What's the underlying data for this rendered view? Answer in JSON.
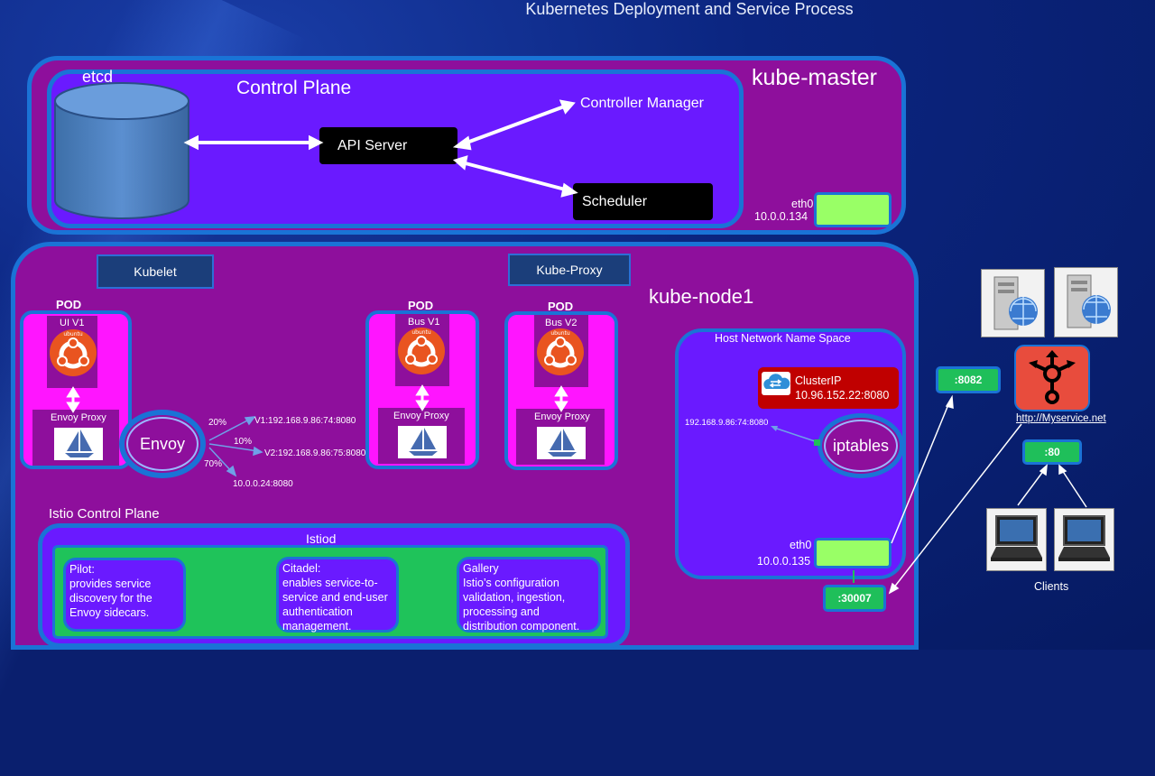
{
  "title": "Kubernetes Deployment and Service Process",
  "master": {
    "label": "kube-master",
    "control_plane": "Control Plane",
    "etcd": "etcd",
    "api_server": "API Server",
    "controller_manager": "Controller Manager",
    "scheduler": "Scheduler",
    "eth0": "eth0",
    "ip": "10.0.0.134"
  },
  "node": {
    "label": "kube-node1",
    "kubelet": "Kubelet",
    "kube_proxy": "Kube-Proxy",
    "pods": [
      {
        "title": "POD",
        "app": "UI V1",
        "proxy": "Envoy Proxy"
      },
      {
        "title": "POD",
        "app": "Bus V1",
        "proxy": "Envoy Proxy"
      },
      {
        "title": "POD",
        "app": "Bus V2",
        "proxy": "Envoy Proxy"
      }
    ],
    "ubuntu_label": "ubuntu",
    "envoy": "Envoy",
    "routes": [
      {
        "pct": "20%",
        "target": "V1:192.168.9.86:74:8080"
      },
      {
        "pct": "10%",
        "target": "V2:192.168.9.86:75:8080"
      },
      {
        "pct": "70%",
        "target": "10.0.0.24:8080"
      }
    ],
    "host_ns": {
      "label": "Host Network Name Space",
      "cluster_ip_label": "ClusterIP",
      "cluster_ip": "10.96.152.22:8080",
      "pod_ip": "192.168.9.86:74:8080",
      "iptables": "iptables",
      "eth0": "eth0",
      "ip": "10.0.0.135"
    },
    "istio": {
      "section": "Istio Control Plane",
      "istiod": "Istiod",
      "cards": [
        {
          "name": "Pilot:",
          "text": "provides service discovery for the Envoy sidecars."
        },
        {
          "name": "Citadel:",
          "text": "enables service-to-service and end-user authentication management."
        },
        {
          "name": "Gallery",
          "text": "Istio’s configuration validation, ingestion, processing and distribution component."
        }
      ]
    }
  },
  "external": {
    "port_8082": ":8082",
    "port_80": ":80",
    "port_30007": ":30007",
    "url": "http://Myservice.net",
    "clients": "Clients"
  },
  "colors": {
    "background": "#0b2580",
    "master_fill": "#8e0f9c",
    "control_plane_fill": "#6a1aff",
    "border": "#1a73d6",
    "pod_fill": "#ff15ff",
    "port_green": "#1fbf5a",
    "eth_green": "#99ff66",
    "ubuntu_orange": "#e95420",
    "load_balancer_red": "#e84c3d"
  },
  "icons": [
    "database-icon",
    "ubuntu-icon",
    "sailboat-icon",
    "cloud-switch-icon",
    "server-globe-icon",
    "load-balancer-icon",
    "laptop-icon"
  ]
}
